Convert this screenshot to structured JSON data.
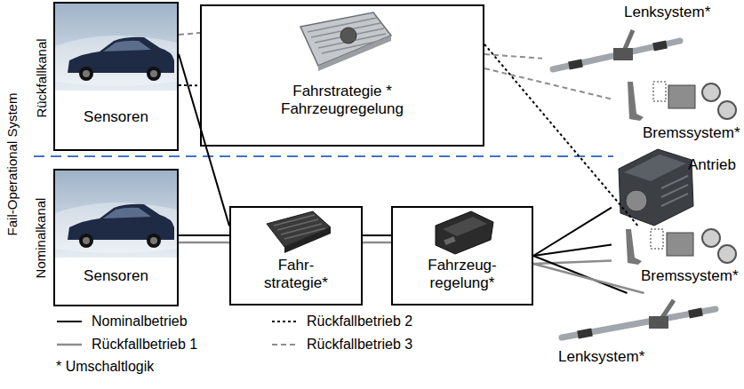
{
  "diagram": {
    "nodes": [
      {
        "text": [
          "Sensoren"
        ]
      },
      {
        "text": [
          "Fahrstrategie * Fahrzeugregelung"
        ]
      },
      {
        "text": [
          "Lenksystem*"
        ]
      },
      {
        "text": [
          "Bremssystem*"
        ]
      },
      {
        "text": [
          "Antrieb"
        ]
      },
      {
        "text": [
          "Sensoren"
        ]
      },
      {
        "text": [
          "Fahr- strategie*"
        ]
      },
      {
        "text": [
          "Fahrzeug- regelung*"
        ]
      },
      {
        "text": [
          "Bremssystem*"
        ]
      },
      {
        "text": [
          "Lenksystem*"
        ]
      }
    ],
    "edges": [
      {
        "from": 0,
        "to": 1,
        "arrow": "none"
      },
      {
        "from": 0,
        "to": 1,
        "arrow": "none"
      },
      {
        "from": 0,
        "to": 6,
        "arrow": "none"
      },
      {
        "from": 5,
        "to": 6,
        "arrow": "none"
      },
      {
        "from": 5,
        "to": 6,
        "arrow": "none"
      },
      {
        "from": 6,
        "to": 7,
        "arrow": "none"
      },
      {
        "from": 6,
        "to": 7,
        "arrow": "none"
      },
      {
        "from": 7,
        "to": 4,
        "arrow": "none"
      },
      {
        "from": 7,
        "to": 8,
        "arrow": "none"
      },
      {
        "from": 7,
        "to": 8,
        "arrow": "none"
      },
      {
        "from": 7,
        "to": 9,
        "arrow": "none"
      },
      {
        "from": 7,
        "to": 9,
        "arrow": "none"
      },
      {
        "from": 1,
        "to": 2,
        "arrow": "none"
      },
      {
        "from": 1,
        "to": 3,
        "arrow": "none"
      },
      {
        "from": 1,
        "to": 8,
        "arrow": "none"
      }
    ],
    "labels": [
      "Fail-Operational System",
      "Rückfallkanal",
      "Nominalkanal",
      "* Umschaltlogik"
    ],
    "legend": [
      {
        "text": "Nominalbetrieb"
      },
      {
        "text": "Rückfallbetrieb 1"
      },
      {
        "text": "Rückfallbetrieb 2"
      },
      {
        "text": "Rückfallbetrieb 3"
      }
    ]
  }
}
